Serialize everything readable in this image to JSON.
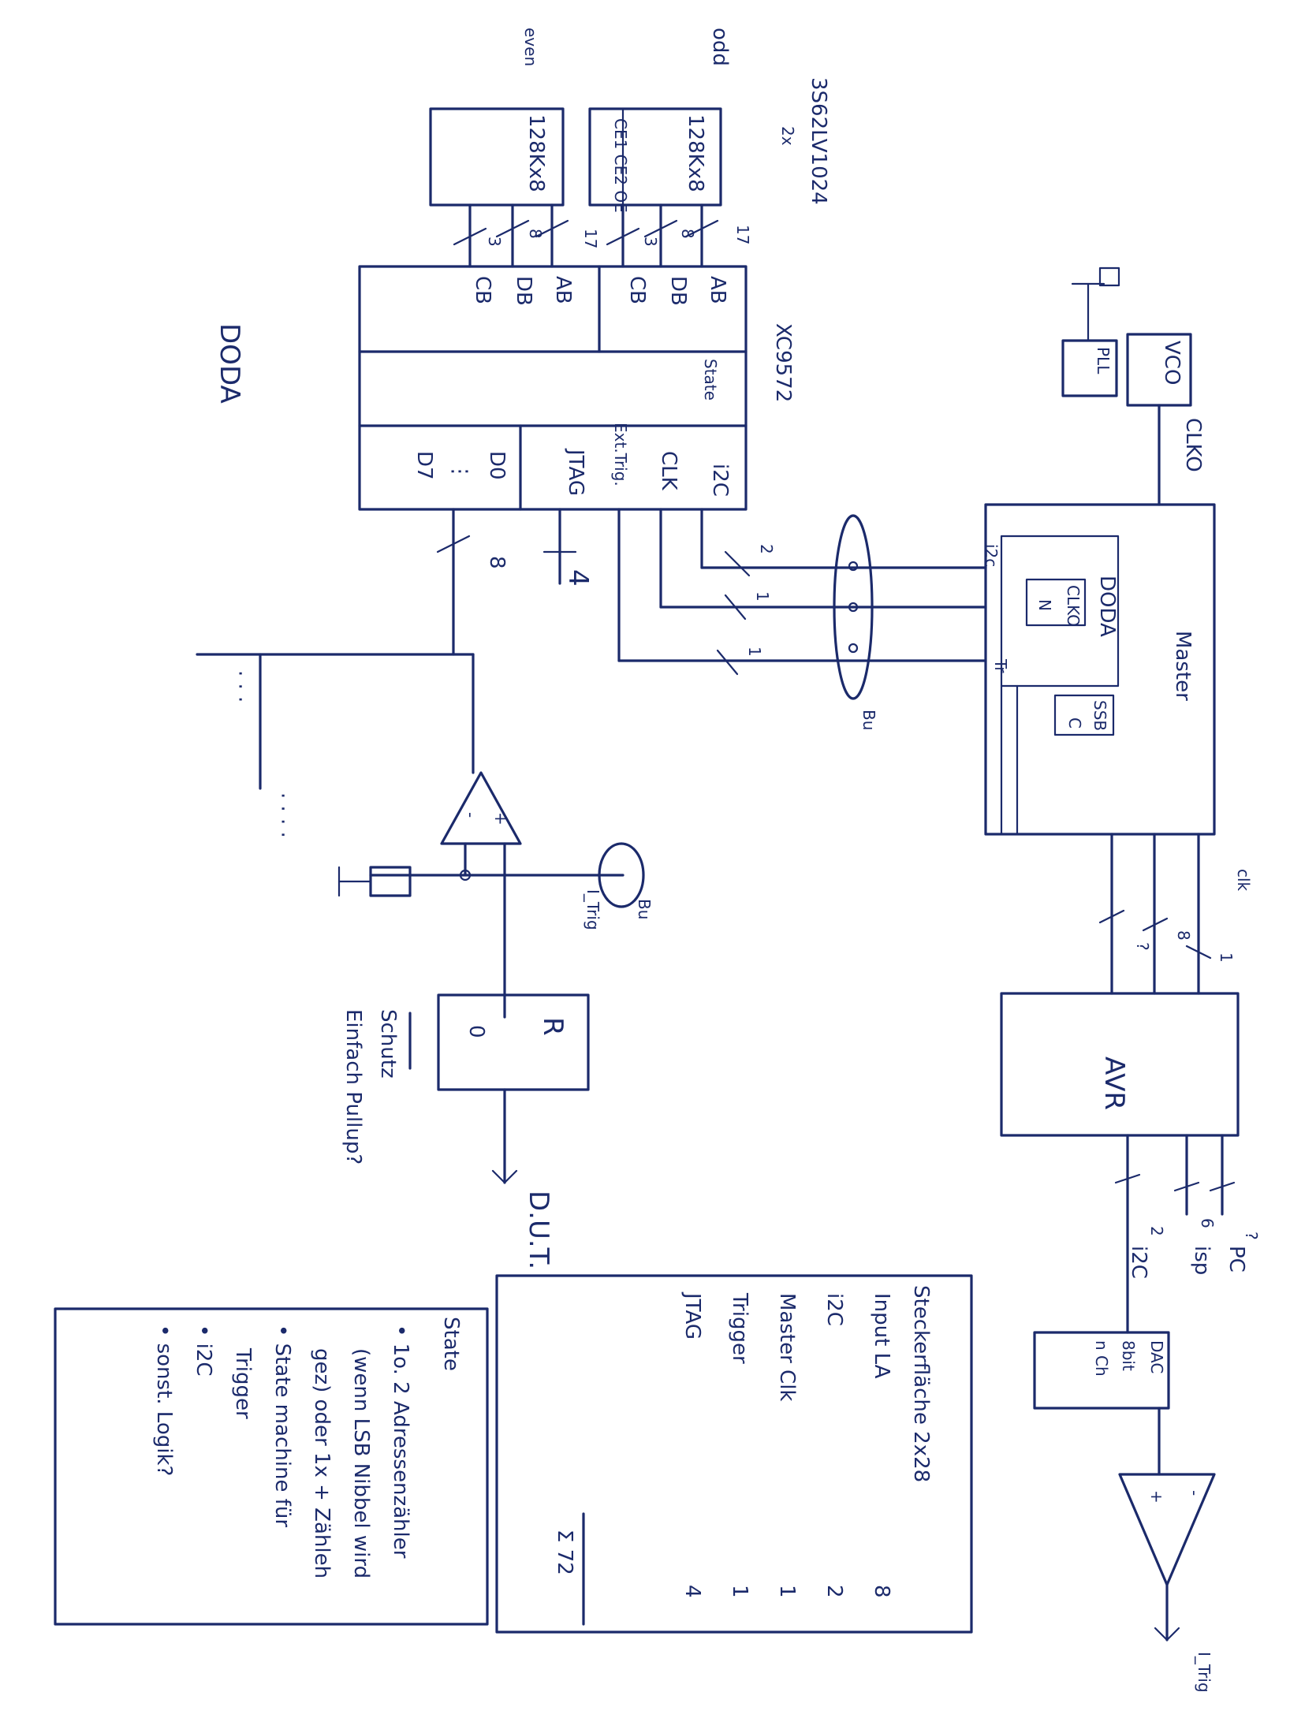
{
  "labels": {
    "chip_id": "3S62LV1024",
    "chip_count": "2x",
    "odd": "odd",
    "even": "even",
    "ram_odd": "128Kx8",
    "ram_even": "128Kx8",
    "ce_oe": "CE1 CE2 OE",
    "bus_ab_count": "17",
    "bus_db_count": "8",
    "bus_cb_count": "3",
    "bus_ab_count_2": "17",
    "bus_db_count_2": "8",
    "bus_cb_count_2": "3",
    "ab": "AB",
    "db": "DB",
    "cb": "CB",
    "ab2": "AB",
    "db2": "DB",
    "cb2": "CB",
    "cpld_name": "XC9572",
    "state": "State",
    "i2c": "i2C",
    "clk": "CLK",
    "ext_trig": "Ext.Trig.",
    "jtag": "JTAG",
    "d0": "D0",
    "d7": "D7",
    "dots": "⋮",
    "jtag_bus_count": "4",
    "data_bus_count": "8",
    "i2c_bus_count": "2",
    "clk_bus_count": "1",
    "trig_bus_count": "1",
    "title_left": "DODA",
    "vco": "VCO",
    "pll": "PLL",
    "clko_top": "CLKO",
    "master": "Master",
    "doda_inner": "DODA",
    "clko_inner": "CLKO",
    "n_div": "N",
    "i2c_inner": "i2c",
    "tr": "Tr",
    "ssb": "SSB",
    "c": "C",
    "bu": "Bu",
    "bu2": "Bu",
    "clk_label": "clk",
    "master_bus_1": "1",
    "master_bus_8": "8",
    "master_bus_q": "?",
    "avr": "AVR",
    "pc": "PC",
    "pc_q": "?",
    "isp": "isp",
    "isp_count": "6",
    "i2c_avr": "i2C",
    "i2c_avr_count": "2",
    "dac_title": "DAC",
    "dac_bits": "8bit",
    "dac_count": "n Ch",
    "itrig_top": "I_Trig",
    "itrig_bottom": "I_Trig",
    "r_box": "R",
    "zero": "0",
    "schutz": "Schutz",
    "pullup": "Einfach Pullup?",
    "dut": "D.U.T.",
    "pinout_title": "Steckerfläche 2x28",
    "pinout_rows": [
      {
        "name": "Input LA",
        "count": "8"
      },
      {
        "name": "i2C",
        "count": "2"
      },
      {
        "name": "Master Clk",
        "count": "1"
      },
      {
        "name": "Trigger",
        "count": "1"
      },
      {
        "name": "JTAG",
        "count": "4"
      }
    ],
    "pinout_sum": "Σ 72",
    "state_title": "State",
    "state_items": [
      "• 1o. 2 Adressenzähler",
      "(wenn LSB Nibbel wird",
      "gez) oder 1x + Zähleh",
      "• State machine für",
      "Trigger",
      "• i2C",
      "• sonst. Logik?"
    ]
  },
  "colors": {
    "ink": "#1b2a6b",
    "paper": "#ffffff"
  }
}
